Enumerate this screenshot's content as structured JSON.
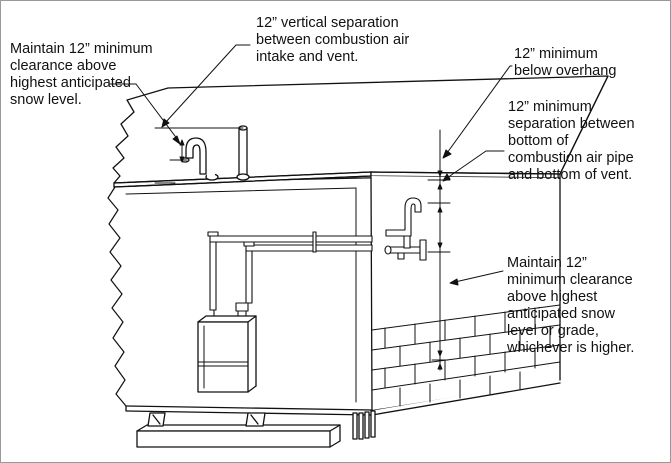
{
  "annotations": {
    "snow_roof": "Maintain 12” minimum\nclearance above\nhighest anticipated\nsnow level.",
    "vertical_separation": "12” vertical separation\nbetween combustion air\nintake and vent.",
    "below_overhang": "12” minimum\nbelow overhang",
    "pipe_separation": "12” minimum\nseparation between\nbottom of\ncombustion air pipe\nand bottom of vent.",
    "snow_grade": "Maintain 12”\nminimum clearance\nabove highest\nanticipated snow\nlevel or grade,\nwhichever is higher."
  }
}
